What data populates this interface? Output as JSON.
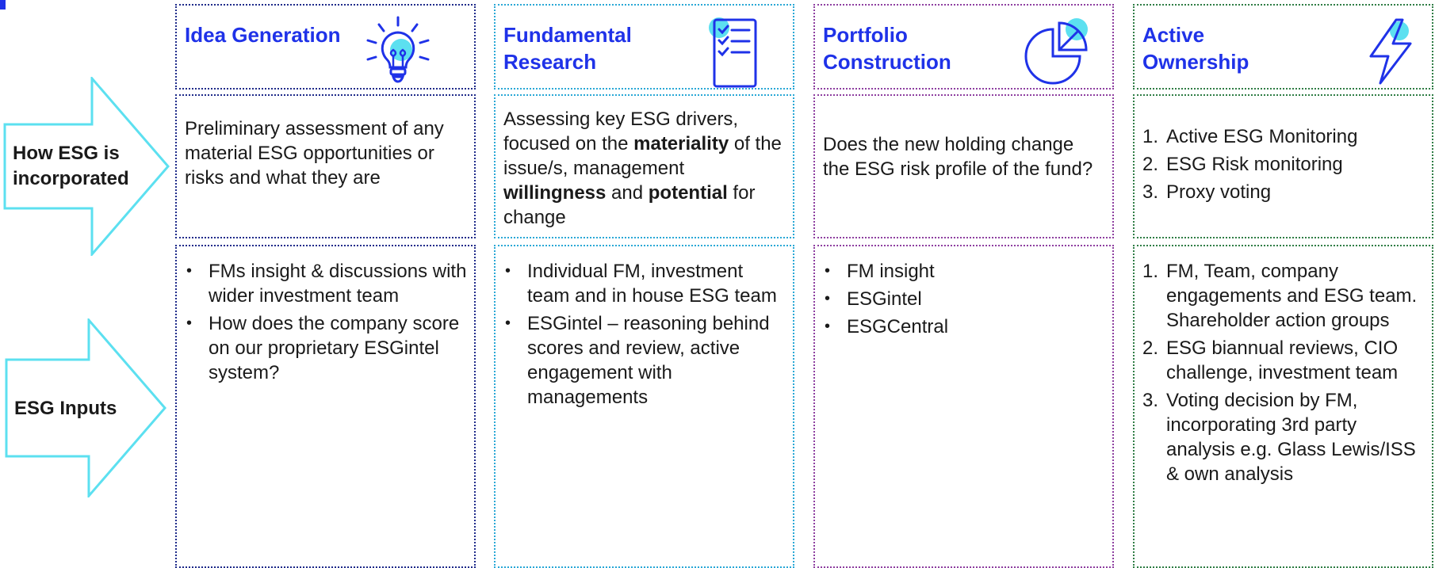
{
  "row_labels": {
    "how": "How ESG is incorporated",
    "inputs": "ESG Inputs"
  },
  "stages": [
    {
      "title": "Idea Generation",
      "icon": "lightbulb-icon",
      "how": "Preliminary assessment of any material ESG opportunities or risks and what they are",
      "inputs": [
        "FMs insight & discussions with wider investment team",
        "How does the company score on our proprietary ESGintel system?"
      ]
    },
    {
      "title": "Fundamental Research",
      "icon": "checklist-icon",
      "how_parts": {
        "p1": "Assessing key ESG drivers, focused on the ",
        "b1": "materiality",
        "p2": " of the issue/s, management ",
        "b2": "willingness",
        "p3": " and ",
        "b3": "potential",
        "p4": " for change"
      },
      "inputs": [
        "Individual FM, investment team and in house ESG team",
        "ESGintel – reasoning behind scores and review, active engagement with managements"
      ]
    },
    {
      "title": "Portfolio Construction",
      "icon": "pie-chart-icon",
      "how": "Does the new holding change the ESG risk profile of the fund?",
      "inputs": [
        "FM insight",
        "ESGintel",
        "ESGCentral"
      ]
    },
    {
      "title": "Active Ownership",
      "icon": "lightning-icon",
      "how_items": [
        "Active ESG Monitoring",
        "ESG Risk monitoring",
        "Proxy voting"
      ],
      "inputs": [
        "FM, Team, company engagements and ESG team. Shareholder action groups",
        "ESG biannual reviews, CIO challenge, investment team",
        "Voting decision by FM, incorporating 3rd party analysis e.g. Glass Lewis/ISS & own analysis"
      ]
    }
  ],
  "markers": {
    "bullet": "•",
    "n1": "1.",
    "n2": "2.",
    "n3": "3."
  },
  "colors": {
    "accent_blue": "#1f32e8",
    "arrow_cyan": "#5ce0f0",
    "idea_border": "#1f2b8a",
    "research_border": "#2aa8d6",
    "portfolio_border": "#8e3fa0",
    "ownership_border": "#2f7d45"
  }
}
